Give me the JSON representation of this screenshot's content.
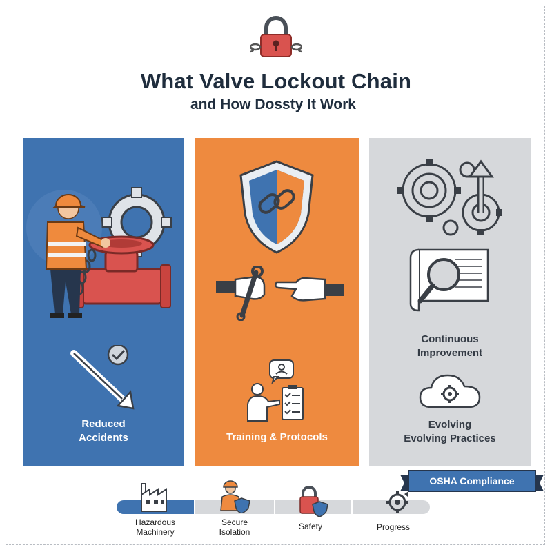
{
  "colors": {
    "blue": "#3f73b0",
    "orange": "#ee8a3f",
    "gray": "#d6d8db",
    "red": "#d9534f",
    "navy": "#1f2d3d"
  },
  "header": {
    "title_line1": "What Valve Lockout Chain",
    "title_line2": "and How Dossty It Work"
  },
  "panels": {
    "blue": {
      "label_line1": "Reduced",
      "label_line2": "Accidents"
    },
    "orange": {
      "banner": "OSHA Compliance",
      "label": "Training & Protocols"
    },
    "gray": {
      "label1_line1": "Continuous",
      "label1_line2": "Improvement",
      "label2_line1": "Evolving",
      "label2_line2": "Evolving Practices"
    }
  },
  "progress": {
    "fill_fraction": 0.14,
    "steps": [
      {
        "line1": "Hazardous",
        "line2": "Machinery",
        "icon": "factory-icon"
      },
      {
        "line1": "Secure",
        "line2": "Isolation",
        "icon": "worker-shield-icon"
      },
      {
        "line1": "Safety",
        "line2": "",
        "icon": "padlock-shield-icon"
      },
      {
        "line1": "Progress",
        "line2": "",
        "icon": "gear-arrow-icon"
      }
    ]
  }
}
